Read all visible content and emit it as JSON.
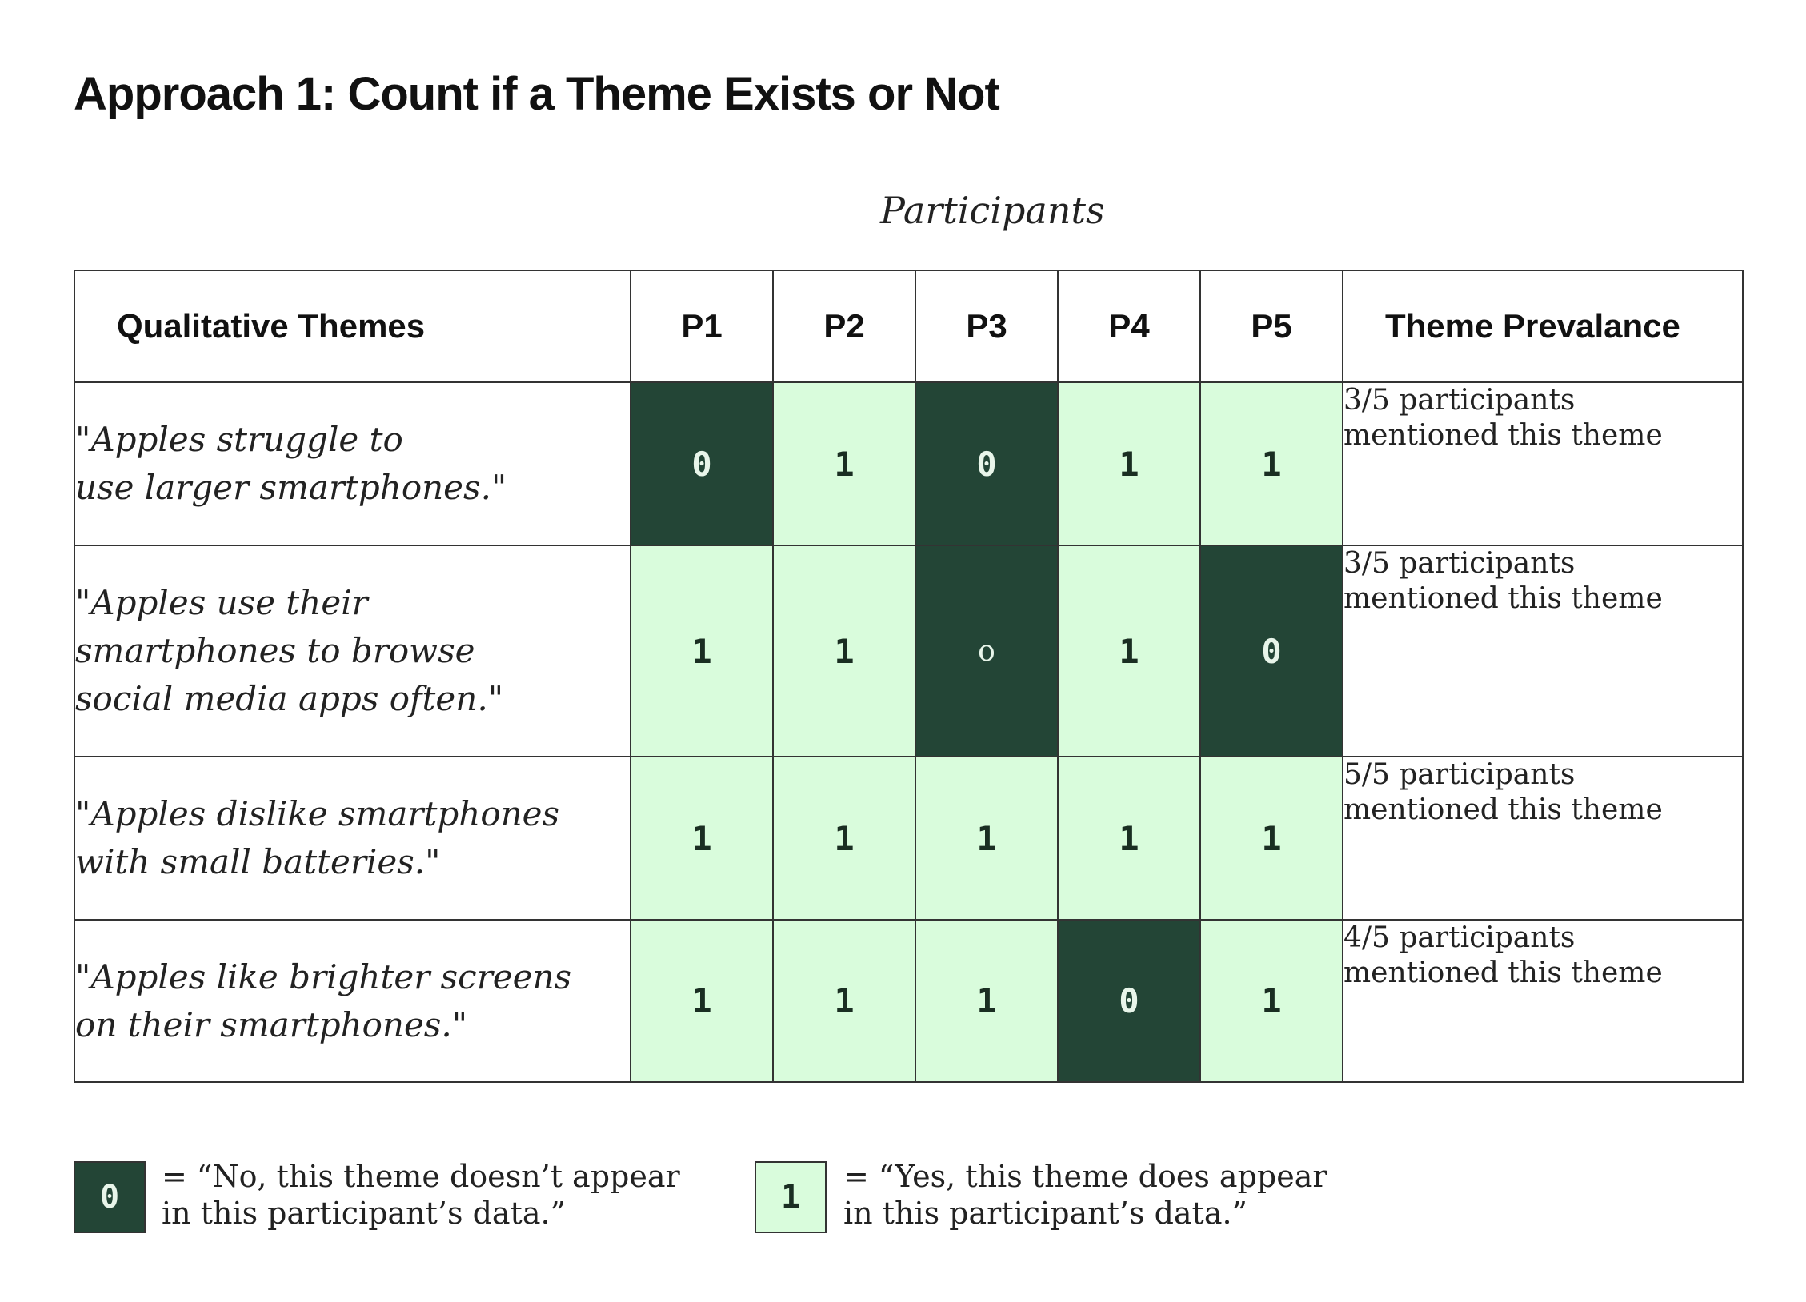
{
  "title": "Approach 1: Count if a Theme Exists or Not",
  "participants_caption": "Participants",
  "table": {
    "headers": [
      "Qualitative Themes",
      "P1",
      "P2",
      "P3",
      "P4",
      "P5",
      "Theme Prevalance"
    ],
    "rows": [
      {
        "theme": "\"Apples struggle to\nuse larger smartphones.\"",
        "values": [
          "0",
          "1",
          "0",
          "1",
          "1"
        ],
        "prevalence": "3/5 participants\nmentioned this theme"
      },
      {
        "theme": "\"Apples use their\nsmartphones to browse\nsocial media apps often.\"",
        "values": [
          "1",
          "1",
          "o",
          "1",
          "0"
        ],
        "prevalence": "3/5 participants\nmentioned this theme"
      },
      {
        "theme": "\"Apples dislike smartphones\nwith small batteries.\"",
        "values": [
          "1",
          "1",
          "1",
          "1",
          "1"
        ],
        "prevalence": "5/5 participants\nmentioned this theme"
      },
      {
        "theme": "\"Apples like brighter screens\non their smartphones.\"",
        "values": [
          "1",
          "1",
          "1",
          "0",
          "1"
        ],
        "prevalence": "4/5 participants\nmentioned this theme"
      }
    ]
  },
  "legend": [
    {
      "value": "0",
      "text": "= “No, this theme doesn’t appear\nin this participant’s data.”"
    },
    {
      "value": "1",
      "text": "= “Yes, this theme does appear\nin this participant’s data.”"
    }
  ],
  "colors": {
    "no": "#234536",
    "yes": "#d9fcdc",
    "border": "#333333"
  }
}
